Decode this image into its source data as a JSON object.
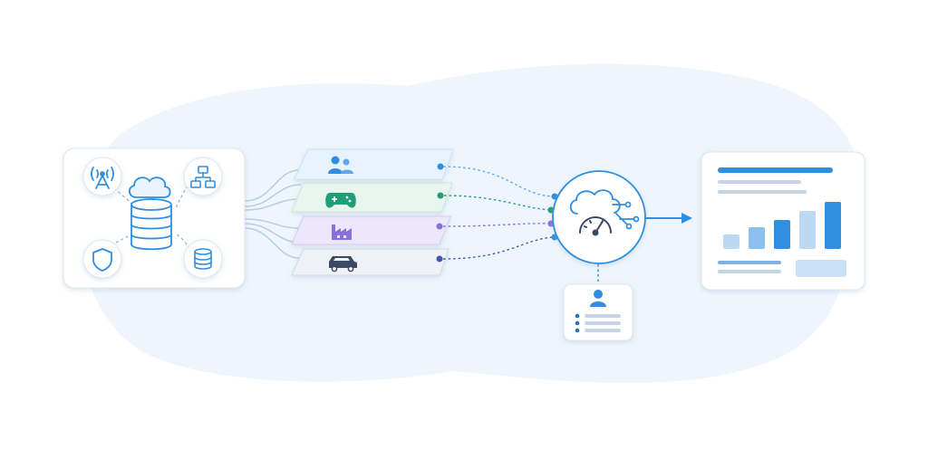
{
  "diagram": {
    "colors": {
      "blob": "#eef5fc",
      "card_border": "#dde7f2",
      "primary": "#2f8ee0",
      "dark_icon": "#3b4a63",
      "people_layer": "#e6f3fc",
      "game_layer": "#e7f5ef",
      "factory_layer": "#ece7fb",
      "car_layer": "#eef1f5",
      "people_dot": "#2f8ee0",
      "game_dot": "#1f9d76",
      "factory_dot": "#8a6fe0",
      "car_dot": "#3b5ba5",
      "connector": "#9ab9da"
    },
    "source_panel": {
      "icons": [
        "cloud-icon",
        "database-icon",
        "antenna-icon",
        "network-icon",
        "shield-icon",
        "storage-icon"
      ]
    },
    "layers": [
      {
        "icon": "people-icon",
        "color_key": "people"
      },
      {
        "icon": "gamepad-icon",
        "color_key": "game"
      },
      {
        "icon": "factory-icon",
        "color_key": "factory"
      },
      {
        "icon": "car-icon",
        "color_key": "car"
      }
    ],
    "hub": {
      "icons": [
        "brain-cloud-icon",
        "speedometer-icon"
      ]
    },
    "profile_card": {
      "icons": [
        "user-icon",
        "list-icon"
      ]
    },
    "output_panel": {
      "icons": [
        "bar-chart-icon"
      ],
      "bar_levels": [
        0.28,
        0.42,
        0.58,
        0.75,
        0.92
      ],
      "bar_colors": [
        "#bcd9f4",
        "#8cc0ee",
        "#2f8ee0",
        "#bcd9f4",
        "#2f8ee0"
      ]
    }
  }
}
